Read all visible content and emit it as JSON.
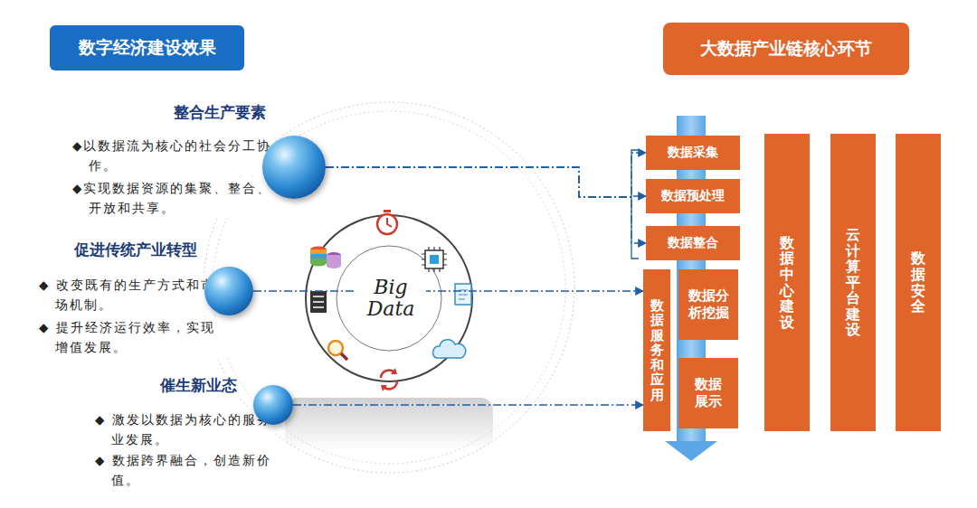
{
  "diagram": {
    "nodes": [
      {
        "text": [
          "数字经济建设效果"
        ]
      },
      {
        "text": [
          "大数据产业链核心环节"
        ]
      },
      {
        "text": [
          "整合生产要素",
          "◆以数据流为核心的社会分工协作。",
          "◆实现数据资源的集聚、整合、开放和共享。"
        ]
      },
      {
        "text": [
          "促进传统产业转型",
          "◆ 改变既有的生产方式和市场机制。",
          "◆ 提升经济运行效率，实现增值发展。"
        ]
      },
      {
        "text": [
          "催生新业态",
          "◆ 激发以数据为核心的服务业发展。",
          "◆ 数据跨界融合，创造新价值。"
        ]
      },
      {
        "text": [
          "数据采集"
        ]
      },
      {
        "text": [
          "数据预处理"
        ]
      },
      {
        "text": [
          "数据整合"
        ]
      },
      {
        "text": [
          "数据服务和应用"
        ]
      },
      {
        "text": [
          "数据分析挖掘"
        ]
      },
      {
        "text": [
          "数据展示"
        ]
      },
      {
        "text": [
          "数据中心建设"
        ]
      },
      {
        "text": [
          "云计算平台建设"
        ]
      },
      {
        "text": [
          "数据安全"
        ]
      }
    ],
    "edges": [
      {
        "from": 2,
        "to": 5,
        "arrow": "to"
      },
      {
        "from": 2,
        "to": 6,
        "arrow": "to"
      },
      {
        "from": 2,
        "to": 7,
        "arrow": "to"
      },
      {
        "from": 3,
        "to": 8,
        "arrow": "to"
      },
      {
        "from": 4,
        "to": 8,
        "arrow": "to"
      }
    ],
    "labels": [
      "Big Data"
    ]
  }
}
